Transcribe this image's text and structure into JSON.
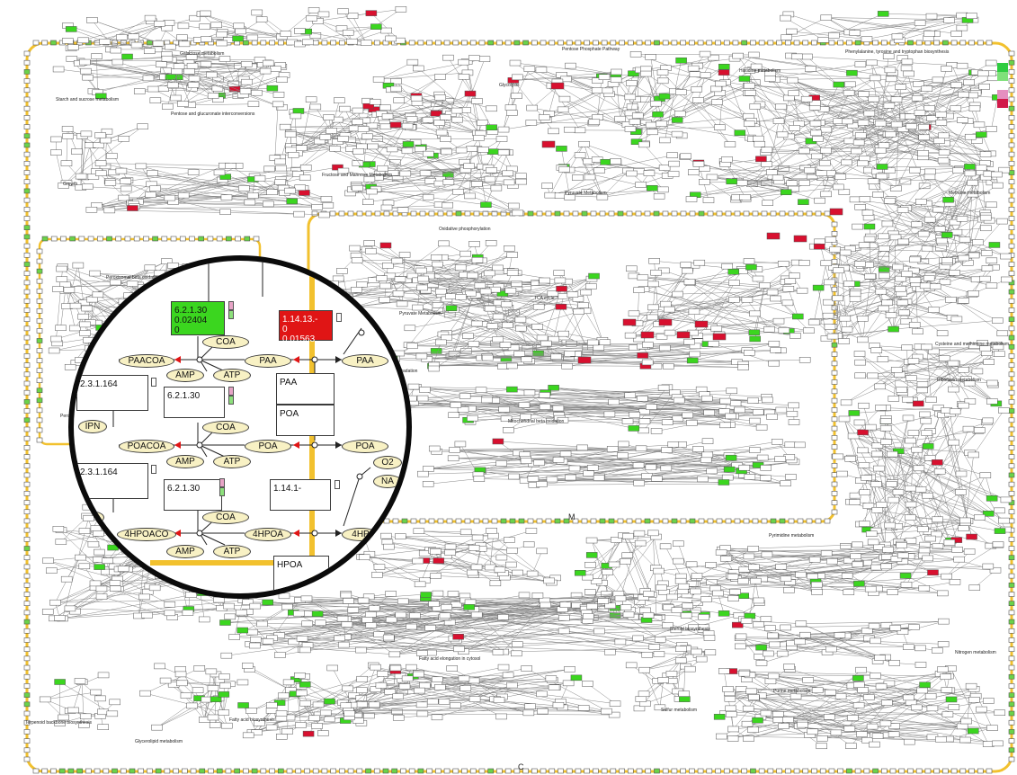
{
  "pathway_labels": {
    "galactose": "Galactose metabolism",
    "pentose_phosphate": "Pentose Phosphate Pathway",
    "phenylalanine": "Phenylalanine, tyrosine and tryptophan biosynthesis",
    "glycolysis": "Glycolysis",
    "histidine": "Histidine metabolism",
    "starch": "Starch and sucrose metabolism",
    "pentose_glucuronate": "Pentose and glucuronate interconversions",
    "growth": "Growth",
    "fructose": "Fructose and Mannose Metabolism",
    "pyruvate_top": "Pyruvate Metabolism",
    "methane": "Methane metabolism",
    "oxidative": "Oxidative phosphorylation",
    "peroxisomal": "Peroxisomal beta oxidation",
    "tca": "TCA cycle",
    "pyruvate_mito": "Pyruvate Metabolism",
    "cysteine": "Cysteine and methionine metabolism",
    "degradation": "degradation",
    "riboflavin": "Riboflavin metabolism",
    "mito_beta": "Mitochondrial beta oxidation",
    "pyrimidine": "Pyrimidine metabolism",
    "steroid": "Steroid biosynthesis",
    "fatty_cytosol": "Fatty acid elongation in cytosol",
    "nitrogen": "Nitrogen metabolism",
    "purine": "Purine metabolism",
    "sulfur": "Sulfur metabolism",
    "terpenoid": "Terpenoid backbone biosynthesis",
    "fatty_biosynth": "Fatty acid biosynthesis",
    "glycerolipid": "Glycerolipid metabolism",
    "perox_short": "Peroxi"
  },
  "compartments": {
    "mitochondrion": "M",
    "cytosol": "C"
  },
  "legend_colors": [
    "#2ecc40",
    "#7fe07a",
    "#ffffff",
    "#e58fc0",
    "#d11a4a"
  ],
  "colors": {
    "up": "#3bd61f",
    "down": "#e01515",
    "membrane": "#f2c12e",
    "metabolite": "#f8f1c4"
  },
  "zoom": {
    "metabolites": {
      "coa1": "COA",
      "paacoa": "PAACOA",
      "amp1": "AMP",
      "atp1": "ATP",
      "paa1": "PAA",
      "paa2": "PAA",
      "ipn": "IPN",
      "coa2": "COA",
      "poacoa": "POACOA",
      "poa1": "POA",
      "amp2": "AMP",
      "atp2": "ATP",
      "poa2": "POA",
      "o2": "O2",
      "nad": "NA",
      "coa3": "COA",
      "hpoacoa": "4HPOACO",
      "hpoa1": "4HPOA",
      "amp3": "AMP",
      "atp3": "ATP",
      "hpoa2": "4HP",
      "left_cut": "A"
    },
    "enzymes": {
      "e_up": {
        "ec": "6.2.1.30",
        "val": "0.02404",
        "extra": "0"
      },
      "e_down": {
        "ec": "1.14.13.-",
        "val": "0.01563",
        "extra": "0"
      },
      "e1": {
        "ec": "2.3.1.164"
      },
      "e2": {
        "ec": "6.2.1.30"
      },
      "e3": {
        "ec": "2.3.1.164"
      },
      "e4": {
        "ec": "6.2.1.30"
      },
      "e5": {
        "ec": "1.14.1-"
      },
      "t_paa": {
        "ec": "PAA"
      },
      "t_poa": {
        "ec": "POA"
      },
      "t_hpoa": {
        "ec": "HPOA"
      }
    }
  }
}
